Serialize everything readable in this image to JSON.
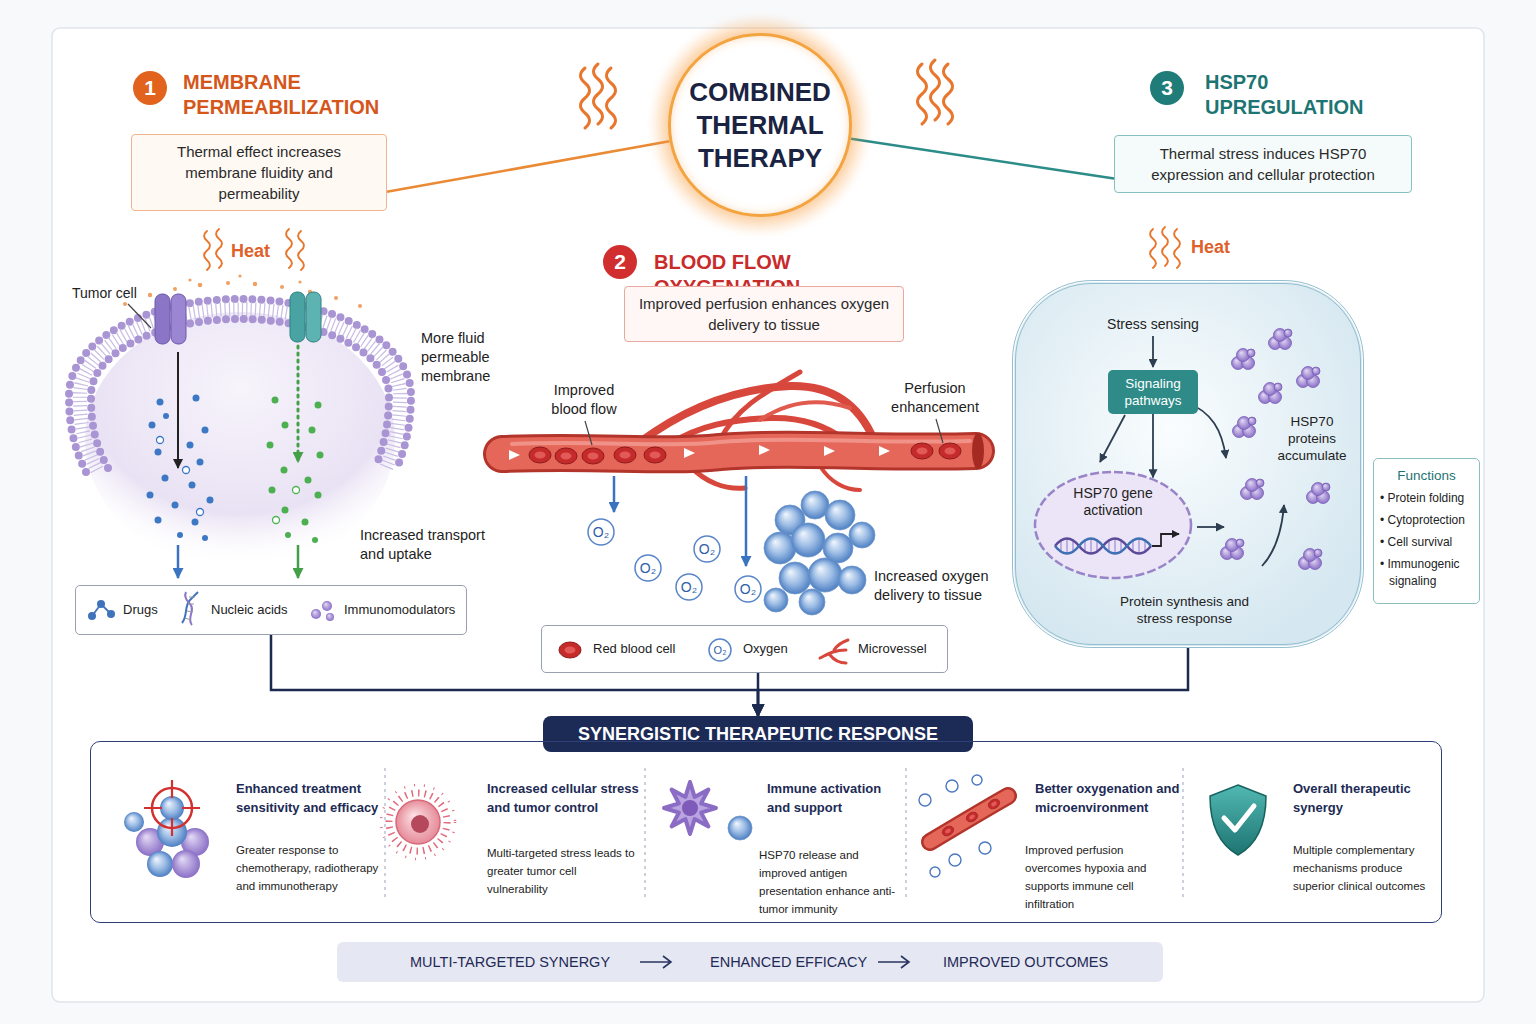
{
  "diagram": {
    "nodes": [
      {
        "text": [
          "COMBINED THERMAL THERAPY"
        ]
      },
      {
        "text": [
          "1",
          "MEMBRANE PERMEABILIZATION"
        ]
      },
      {
        "text": [
          "Thermal effect increases membrane fluidity and permeability"
        ]
      },
      {
        "text": [
          "Drugs",
          "Nucleic acids",
          "Immunomodulators"
        ]
      },
      {
        "text": [
          "2",
          "BLOOD FLOW OXYGENATION"
        ]
      },
      {
        "text": [
          "Improved perfusion enhances oxygen delivery to tissue"
        ]
      },
      {
        "text": [
          "Red blood cell",
          "Oxygen",
          "Microvessel"
        ]
      },
      {
        "text": [
          "3",
          "HSP70 UPREGULATION"
        ]
      },
      {
        "text": [
          "Thermal stress induces HSP70 expression and cellular protection"
        ]
      },
      {
        "text": [
          "Stress sensing",
          "HSP70 proteins accumulate",
          "Protein synthesis and stress response"
        ]
      },
      {
        "text": [
          "Signaling pathways"
        ],
        "in": 9
      },
      {
        "text": [
          "HSP70 gene activation"
        ],
        "in": 9
      },
      {
        "text": [
          "Functions",
          "• Protein folding",
          "• Cytoprotection",
          "• Cell survival",
          "• Immunogenic signaling"
        ]
      },
      {
        "text": [
          "SYNERGISTIC THERAPEUTIC RESPONSE"
        ]
      },
      {
        "text": [
          "Enhanced treatment sensitivity and efficacy",
          "Greater response to chemotherapy, radiotherapy and immunotherapy",
          "Increased cellular stress and tumor control",
          "Multi-targeted stress leads to greater tumor cell vulnerability",
          "Immune activation and support",
          "HSP70 release and improved antigen presentation enhance anti-tumor immunity",
          "Better oxygenation and microenvironment",
          "Improved perfusion overcomes hypoxia and supports immune cell infiltration",
          "Overall therapeutic synergy",
          "Multiple complementary mechanisms produce superior clinical outcomes"
        ]
      },
      {
        "text": [
          "MULTI-TARGETED SYNERGY",
          "ENHANCED EFFICACY",
          "IMPROVED OUTCOMES"
        ]
      }
    ],
    "edges": [
      {
        "from": 0,
        "to": 2,
        "arrow": "none"
      },
      {
        "from": 0,
        "to": 8,
        "arrow": "none"
      },
      {
        "from": 3,
        "to": 13,
        "arrow": "to"
      },
      {
        "from": 6,
        "to": 13,
        "arrow": "to"
      },
      {
        "from": 9,
        "to": 13,
        "arrow": "to"
      },
      {
        "from": 10,
        "to": 11,
        "arrow": "to"
      }
    ],
    "labels": [
      "Heat",
      "Tumor cell",
      "More fluid permeable membrane",
      "Increased transport and uptake",
      "Improved blood flow",
      "Perfusion enhancement",
      "O₂",
      "O₂",
      "O₂",
      "O₂",
      "O₂",
      "Increased oxygen delivery to tissue",
      "Heat",
      "O₂"
    ]
  }
}
